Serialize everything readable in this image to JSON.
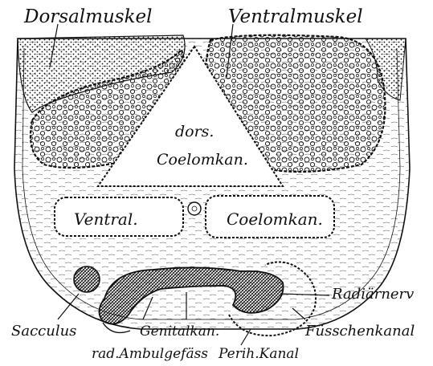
{
  "figure": {
    "labels": {
      "dorsalmuskel": "Dorsalmuskel",
      "ventralmuskel": "Ventralmuskel",
      "dors": "dors.",
      "coelomkan_upper": "Coelomkan.",
      "ventral": "Ventral.",
      "coelomkan_lower": "Coelomkan.",
      "radiaernerv": "Radiärnerv",
      "sacculus": "Sacculus",
      "genitalkan": "Genitalkan.",
      "fusschenkanal": "Füsschenkanal",
      "rad_ambulgefaess": "rad.Ambulgefäss",
      "perih_kanal": "Perih.Kanal"
    },
    "colors": {
      "ink": "#111111",
      "paper": "#ffffff",
      "tissue": "#f4f4f4"
    }
  }
}
